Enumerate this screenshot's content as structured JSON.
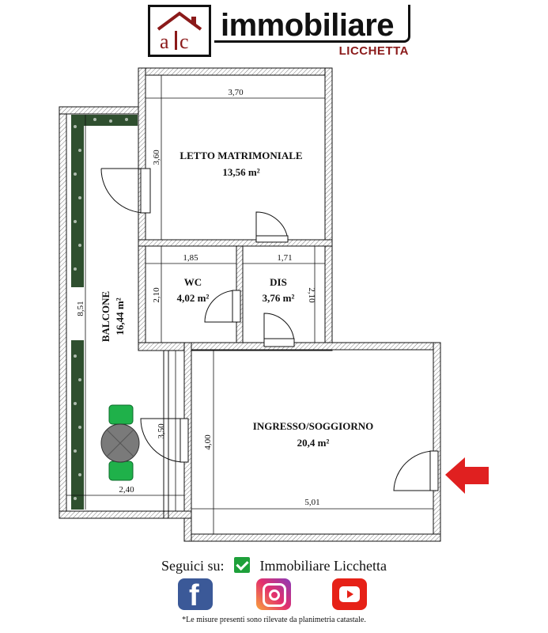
{
  "brand": {
    "name": "immobiliare",
    "subtitle": "LICCHETTA",
    "logo_icon": "house-logo-icon",
    "accent_color": "#8b1a1a"
  },
  "rooms": {
    "bedroom": {
      "name": "LETTO MATRIMONIALE",
      "area": "13,56 m²",
      "width": "3,70",
      "depth": "3,60"
    },
    "wc": {
      "name": "WC",
      "area": "4,02 m²",
      "width": "1,85",
      "depth": "2,10"
    },
    "dis": {
      "name": "DIS",
      "area": "3,76 m²",
      "width": "1,71",
      "depth": "2,10"
    },
    "balcony": {
      "name": "BALCONE",
      "area": "16,44 m²",
      "length": "8,51",
      "width": "2,40",
      "section": "3,50"
    },
    "living": {
      "name": "INGRESSO/SOGGIORNO",
      "area": "20,4 m²",
      "depth": "4,00",
      "width": "5,01"
    }
  },
  "entrance_arrow": {
    "icon": "entrance-arrow-icon",
    "color": "#e02020"
  },
  "social": {
    "follow_label": "Seguici su:",
    "page_name": "Immobiliare Licchetta",
    "icons": [
      "facebook-icon",
      "instagram-icon",
      "youtube-icon"
    ]
  },
  "footnote": "*Le misure presenti sono rilevate da planimetria catastale."
}
